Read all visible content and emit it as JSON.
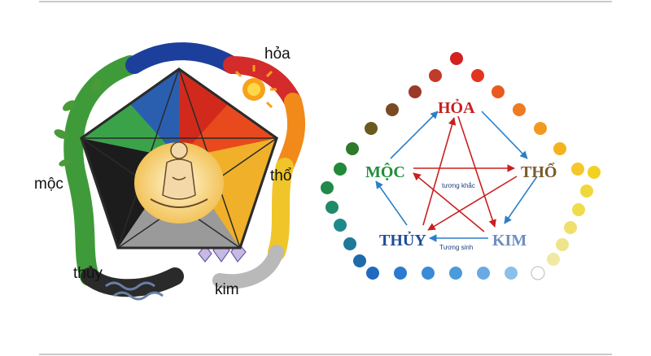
{
  "left": {
    "labels": {
      "hoa": "hỏa",
      "moc": "mộc",
      "tho": "thổ",
      "thuy": "thủy",
      "kim": "kim"
    }
  },
  "right": {
    "elements": {
      "hoa": "HỎA",
      "moc": "MỘC",
      "tho": "THỔ",
      "thuy": "THỦY",
      "kim": "KIM"
    },
    "labels": {
      "tuong_khac": "tương khắc",
      "tuong_sinh": "Tương sinh"
    },
    "colors": {
      "hoa": "#c8201f",
      "moc": "#1f8f3a",
      "tho": "#7a5a2a",
      "thuy": "#1f4c9a",
      "kim": "#6d8fbf",
      "arrow_sinh": "#2b7fc8",
      "arrow_khac": "#c8201f"
    }
  }
}
